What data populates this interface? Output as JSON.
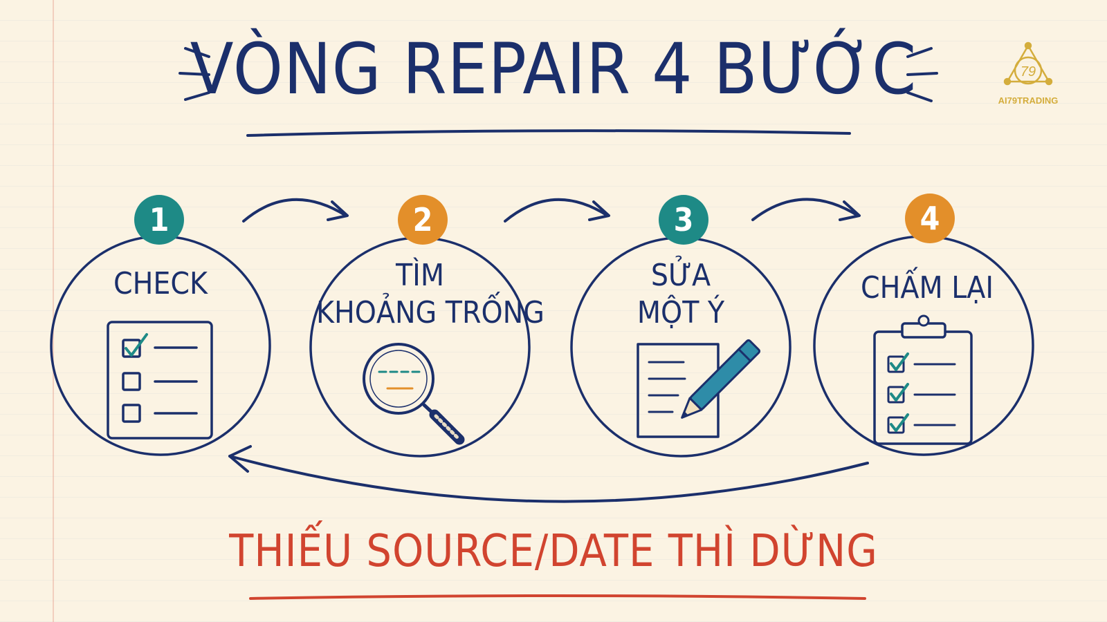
{
  "title": "VÒNG REPAIR 4 BƯỚC",
  "steps": [
    {
      "number": "1",
      "label_lines": [
        "CHECK"
      ],
      "badge_color": "#1e8a86",
      "icon": "checklist-icon"
    },
    {
      "number": "2",
      "label_lines": [
        "TÌM",
        "KHOẢNG TRỐNG"
      ],
      "badge_color": "#e38f2a",
      "icon": "magnifier-icon"
    },
    {
      "number": "3",
      "label_lines": [
        "SỬA",
        "MỘT Ý"
      ],
      "badge_color": "#1e8a86",
      "icon": "edit-document-icon"
    },
    {
      "number": "4",
      "label_lines": [
        "CHẤM LẠI"
      ],
      "badge_color": "#e38f2a",
      "icon": "clipboard-checklist-icon"
    }
  ],
  "bottom_note": "THIẾU SOURCE/DATE THÌ DỪNG",
  "logo": {
    "text": "AI79TRADING",
    "mark": "79",
    "color": "#d4ad3c"
  },
  "colors": {
    "ink": "#1b2f6b",
    "teal": "#1e8a86",
    "orange": "#e38f2a",
    "red": "#d1442f",
    "paper": "#fbf3e3"
  }
}
